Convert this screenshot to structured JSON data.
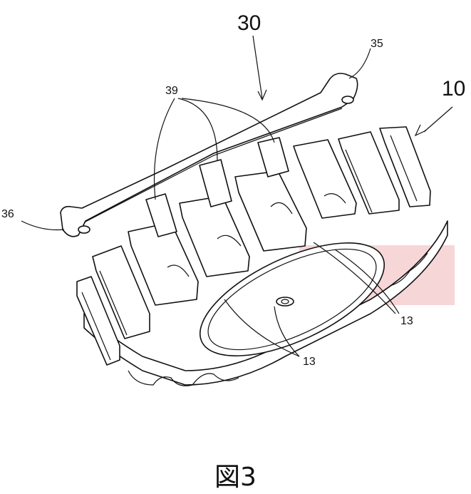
{
  "figure": {
    "labels": {
      "l30": "30",
      "l35": "35",
      "l10": "10",
      "l39": "39",
      "l36": "36",
      "l13a": "13",
      "l13b": "13"
    },
    "caption": "図3",
    "highlight_color": "#f7d6d8"
  }
}
